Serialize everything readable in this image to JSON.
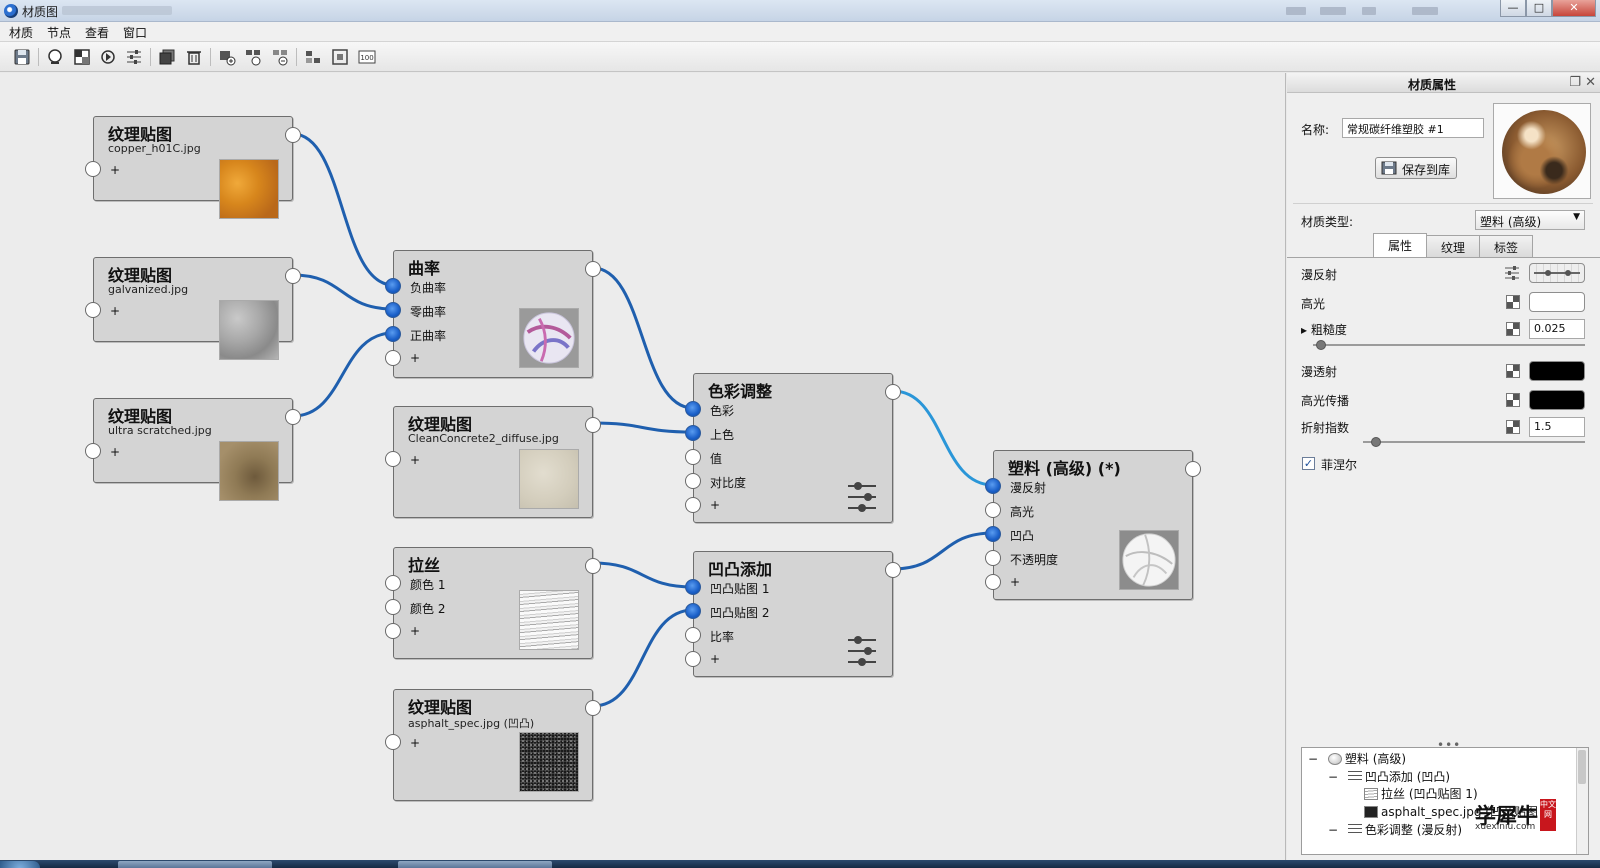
{
  "window": {
    "title": "材质图",
    "buttons": {
      "minimize": "—",
      "maximize": "□",
      "close": "✕"
    }
  },
  "menu": [
    "材质",
    "节点",
    "查看",
    "窗口"
  ],
  "toolbar_icons": [
    "save-icon",
    "sphere-icon",
    "layout-icon",
    "refresh-icon",
    "sliders-icon",
    "copy-icon",
    "trash-icon",
    "add-node-icon",
    "nodes-icon",
    "remove-node-icon",
    "arrange-icon",
    "fit-icon",
    "zoom-100-icon"
  ],
  "toolbar_zoom_label": "100",
  "nodes": {
    "tex1": {
      "title": "纹理贴图",
      "sub": "copper_h01C.jpg",
      "plus": "+"
    },
    "tex2": {
      "title": "纹理贴图",
      "sub": "galvanized.jpg",
      "plus": "+"
    },
    "tex3": {
      "title": "纹理贴图",
      "sub": "ultra scratched.jpg",
      "plus": "+"
    },
    "curv": {
      "title": "曲率",
      "inputs": [
        "负曲率",
        "零曲率",
        "正曲率",
        "+"
      ]
    },
    "tex4": {
      "title": "纹理贴图",
      "sub": "CleanConcrete2_diffuse.jpg",
      "plus": "+"
    },
    "brush": {
      "title": "拉丝",
      "inputs": [
        "颜色 1",
        "颜色 2",
        "+"
      ]
    },
    "tex5": {
      "title": "纹理贴图",
      "sub": "asphalt_spec.jpg (凹凸)",
      "plus": "+"
    },
    "color": {
      "title": "色彩调整",
      "inputs": [
        "色彩",
        "上色",
        "值",
        "对比度",
        "+"
      ]
    },
    "bump": {
      "title": "凹凸添加",
      "inputs": [
        "凹凸贴图 1",
        "凹凸贴图 2",
        "比率",
        "+"
      ]
    },
    "plastic": {
      "title": "塑料 (高级) (*)",
      "inputs": [
        "漫反射",
        "高光",
        "凹凸",
        "不透明度",
        "+"
      ]
    }
  },
  "panel": {
    "title": "材质属性",
    "name_label": "名称:",
    "name_value": "常规碳纤维塑胶 #1",
    "save_button": "保存到库",
    "type_label": "材质类型:",
    "type_value": "塑料 (高级)",
    "tabs": [
      "属性",
      "纹理",
      "标签"
    ],
    "props": {
      "diffuse": "漫反射",
      "specular": "高光",
      "roughness": "粗糙度",
      "roughness_value": "0.025",
      "roughness_level": 0.025,
      "transmission": "漫透射",
      "spec_trans": "高光传播",
      "ior": "折射指数",
      "ior_value": "1.5",
      "ior_level": 0.5,
      "fresnel": "菲涅尔",
      "fresnel_checked": true
    },
    "swatch_colors": {
      "specular": "#ffffff",
      "transmission": "#000000",
      "spec_trans": "#000000"
    },
    "grip": "•••",
    "tree": {
      "collapse": "−",
      "rows": [
        "塑料 (高级)",
        "凹凸添加 (凹凸)",
        "拉丝 (凹凸贴图 1)",
        "asphalt_spec.jpg (凹凸贴图 2)",
        "色彩调整 (漫反射)"
      ]
    }
  },
  "watermark": {
    "text": "学犀牛",
    "badge": "中文网",
    "url": "xuexiniu.com"
  },
  "colors": {
    "wire": "#1f5fae",
    "wire_active": "#2a96d8",
    "port_fill": "#1a5fc8"
  }
}
